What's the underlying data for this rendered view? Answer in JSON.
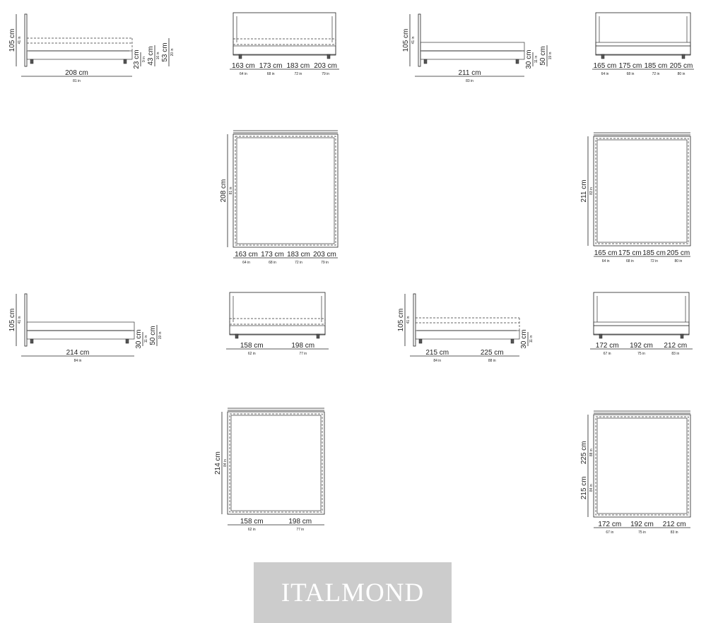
{
  "colors": {
    "line": "#222222",
    "logo_bg": "#cccccc",
    "logo_text": "#ffffff"
  },
  "views": [
    {
      "id": "bed1-side",
      "height": {
        "cm": "105",
        "in": "41"
      },
      "length": {
        "cm": "208",
        "in": "81"
      },
      "right_dims": [
        {
          "cm": "23",
          "in": "9"
        },
        {
          "cm": "43",
          "in": "16"
        },
        {
          "cm": "53",
          "in": "20"
        }
      ]
    },
    {
      "id": "bed1-front",
      "widths": [
        {
          "cm": "163",
          "in": "64"
        },
        {
          "cm": "173",
          "in": "68"
        },
        {
          "cm": "183",
          "in": "72"
        },
        {
          "cm": "203",
          "in": "79"
        }
      ]
    },
    {
      "id": "bed2-side",
      "height": {
        "cm": "105",
        "in": "41"
      },
      "length": {
        "cm": "211",
        "in": "83"
      },
      "right_dims": [
        {
          "cm": "30",
          "in": "11"
        },
        {
          "cm": "50",
          "in": "19"
        }
      ]
    },
    {
      "id": "bed2-front",
      "widths": [
        {
          "cm": "165",
          "in": "64"
        },
        {
          "cm": "175",
          "in": "68"
        },
        {
          "cm": "185",
          "in": "72"
        },
        {
          "cm": "205",
          "in": "80"
        }
      ]
    },
    {
      "id": "bed1-top",
      "length": {
        "cm": "208",
        "in": "81"
      },
      "widths": [
        {
          "cm": "163",
          "in": "64"
        },
        {
          "cm": "173",
          "in": "68"
        },
        {
          "cm": "183",
          "in": "72"
        },
        {
          "cm": "203",
          "in": "79"
        }
      ]
    },
    {
      "id": "bed2-top",
      "length": {
        "cm": "211",
        "in": "83"
      },
      "widths": [
        {
          "cm": "165",
          "in": "64"
        },
        {
          "cm": "175",
          "in": "68"
        },
        {
          "cm": "185",
          "in": "72"
        },
        {
          "cm": "205",
          "in": "80"
        }
      ]
    },
    {
      "id": "bed3-side",
      "height": {
        "cm": "105",
        "in": "41"
      },
      "length": {
        "cm": "214",
        "in": "84"
      },
      "right_dims": [
        {
          "cm": "30",
          "in": "11"
        },
        {
          "cm": "50",
          "in": "19"
        }
      ]
    },
    {
      "id": "bed3-front",
      "widths": [
        {
          "cm": "158",
          "in": "62"
        },
        {
          "cm": "198",
          "in": "77"
        }
      ]
    },
    {
      "id": "bed4-side",
      "height": {
        "cm": "105",
        "in": "41"
      },
      "lengths": [
        {
          "cm": "215",
          "in": "84"
        },
        {
          "cm": "225",
          "in": "88"
        }
      ],
      "right_dims": [
        {
          "cm": "30",
          "in": "11"
        }
      ]
    },
    {
      "id": "bed4-front",
      "widths": [
        {
          "cm": "172",
          "in": "67"
        },
        {
          "cm": "192",
          "in": "75"
        },
        {
          "cm": "212",
          "in": "83"
        }
      ]
    },
    {
      "id": "bed3-top",
      "length": {
        "cm": "214",
        "in": "84"
      },
      "widths": [
        {
          "cm": "158",
          "in": "62"
        },
        {
          "cm": "198",
          "in": "77"
        }
      ]
    },
    {
      "id": "bed4-top",
      "lengths": [
        {
          "cm": "215",
          "in": "84"
        },
        {
          "cm": "225",
          "in": "88"
        }
      ],
      "widths": [
        {
          "cm": "172",
          "in": "67"
        },
        {
          "cm": "192",
          "in": "75"
        },
        {
          "cm": "212",
          "in": "83"
        }
      ]
    }
  ],
  "units": {
    "cm": "cm",
    "in": "in"
  },
  "brand": {
    "name": "ITALMOND"
  }
}
